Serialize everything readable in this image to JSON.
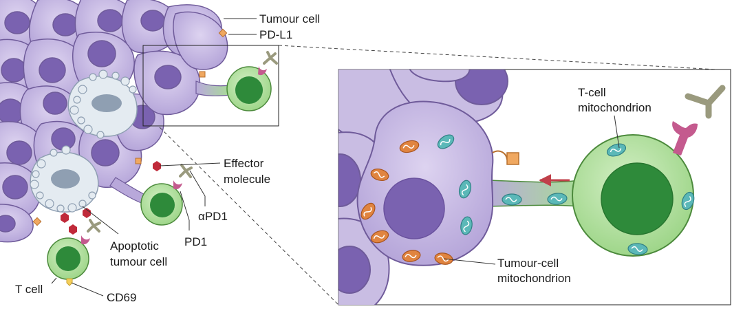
{
  "labels": {
    "tumour_cell": "Tumour cell",
    "pd_l1": "PD-L1",
    "effector_line1": "Effector",
    "effector_line2": "molecule",
    "apd1": "αPD1",
    "pd1": "PD1",
    "apoptotic_line1": "Apoptotic",
    "apoptotic_line2": "tumour cell",
    "t_cell": "T cell",
    "cd69": "CD69",
    "tcell_mito_line1": "T-cell",
    "tcell_mito_line2": "mitochondrion",
    "tumour_mito_line1": "Tumour-cell",
    "tumour_mito_line2": "mitochondrion"
  },
  "colors": {
    "tumour_cell_fill": "#c9bde3",
    "tumour_cell_stroke": "#6f5b9a",
    "tumour_nucleus": "#7a62b0",
    "t_cell_fill": "#b9e0a8",
    "t_cell_stroke": "#4c8a3c",
    "t_cell_nucleus": "#2e8a3a",
    "apoptotic_fill": "#e4ebf1",
    "apoptotic_nucleus": "#8f9fb2",
    "pd_l1": "#f0a860",
    "pd1": "#c45a8e",
    "antibody": "#9a9a7e",
    "effector": "#c02a3a",
    "cd69": "#f5cf5a",
    "tcell_mito": "#5bb8b8",
    "tumour_mito": "#e08440",
    "arrow": "#c0404a"
  }
}
